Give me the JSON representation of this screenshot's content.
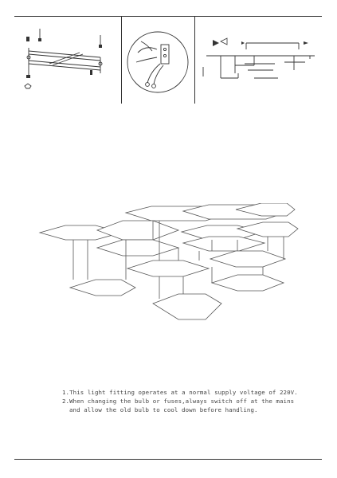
{
  "notes": {
    "line1": "1.This light fitting operates at a normal supply voltage of 220V.",
    "line2": "2.When changing the bulb or fuses,always switch off at the mains",
    "line3": "and allow the old bulb to cool down before handling."
  },
  "illustrations": {
    "panel1": "mounting-bracket-diagram",
    "panel2": "wiring-terminal-diagram",
    "panel3": "cable-connection-diagram",
    "main": "hexagon-panel-lamp"
  }
}
